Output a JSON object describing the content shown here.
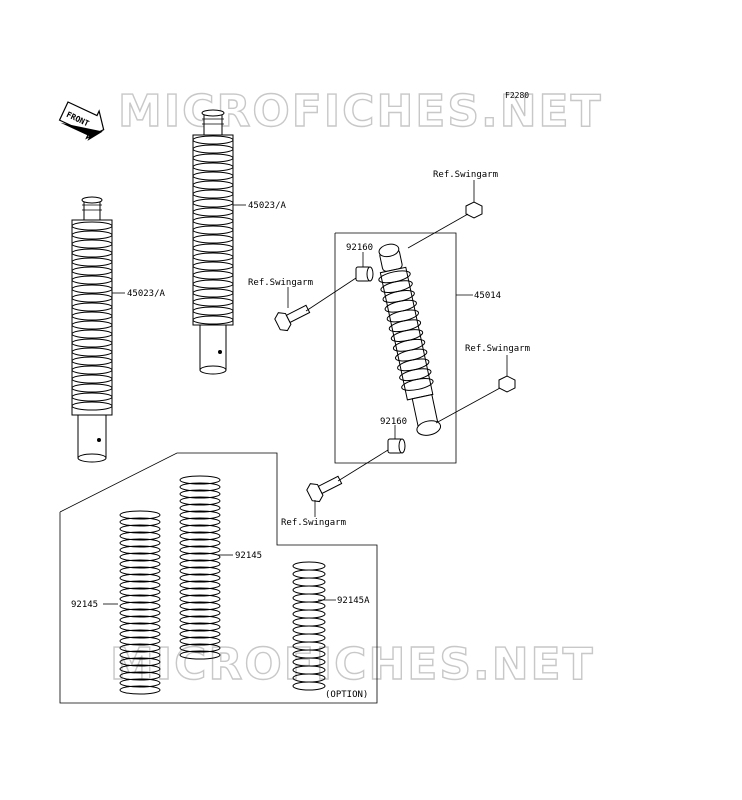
{
  "watermark": "MICROFICHES.NET",
  "figure_code": "F2280",
  "front_label": "FRONT",
  "labels": {
    "shock_left": "45023/A",
    "shock_mid": "45023/A",
    "shock_main": "45014",
    "bushing_top": "92160",
    "bushing_bottom": "92160",
    "ref_top_right": "Ref.Swingarm",
    "ref_left": "Ref.Swingarm",
    "ref_mid_right": "Ref.Swingarm",
    "ref_bottom": "Ref.Swingarm",
    "spring_left": "92145",
    "spring_mid": "92145",
    "spring_small": "92145A",
    "option": "(OPTION)"
  }
}
